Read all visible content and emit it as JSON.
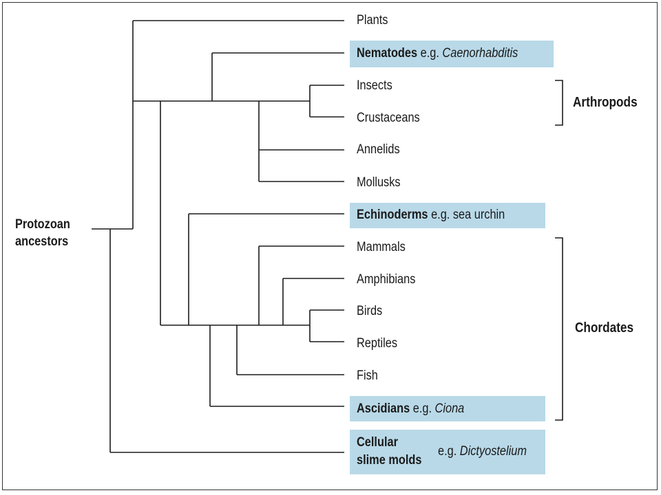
{
  "root_label": [
    "Protozoan",
    "ancestors"
  ],
  "taxa": {
    "plants": "Plants",
    "nematodes": {
      "name": "Nematodes",
      "eg": "e.g.",
      "example": "Caenorhabditis"
    },
    "insects": "Insects",
    "crustaceans": "Crustaceans",
    "annelids": "Annelids",
    "mollusks": "Mollusks",
    "echinoderms": {
      "name": "Echinoderms",
      "eg": "e.g. sea urchin"
    },
    "mammals": "Mammals",
    "amphibians": "Amphibians",
    "birds": "Birds",
    "reptiles": "Reptiles",
    "fish": "Fish",
    "ascidians": {
      "name": "Ascidians",
      "eg": "e.g.",
      "example": "Ciona"
    },
    "slime_molds": {
      "name_line1": "Cellular",
      "name_line2": "slime molds",
      "eg": "e.g.",
      "example": "Dictyostelium"
    }
  },
  "groups": {
    "arthropods": "Arthropods",
    "chordates": "Chordates"
  },
  "colors": {
    "highlight": "#b9d9e8",
    "line": "#1a1a1a"
  }
}
